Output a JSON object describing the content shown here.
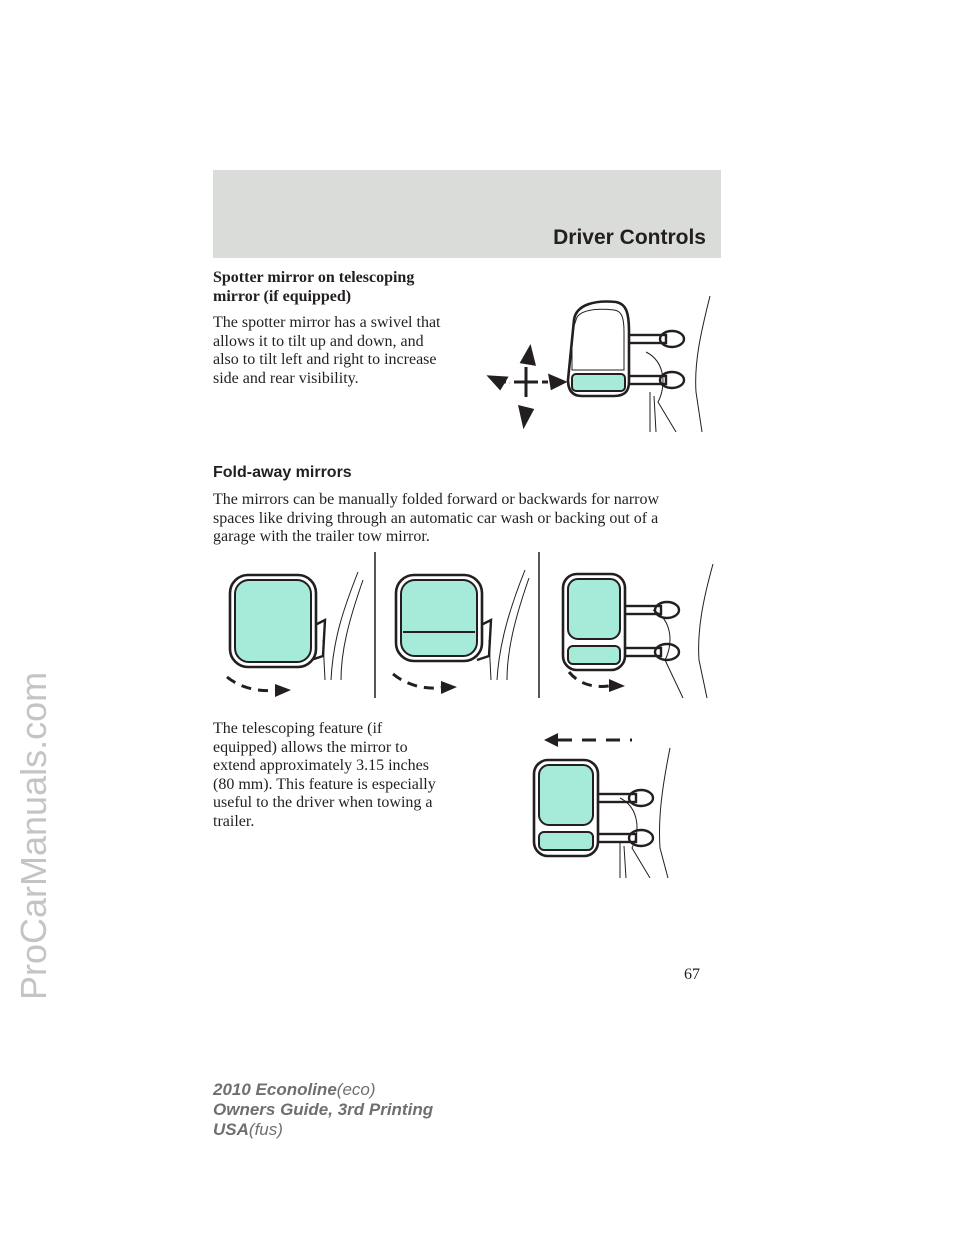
{
  "header": {
    "section_title": "Driver Controls"
  },
  "watermark": {
    "text": "ProCarManuals.com"
  },
  "sections": {
    "spotter": {
      "heading_line1": "Spotter mirror on telescoping",
      "heading_line2": "mirror (if equipped)",
      "body_lines": [
        "The spotter mirror has a swivel that",
        "allows it to tilt up and down, and",
        "also to tilt left and right to increase",
        "side and rear visibility."
      ]
    },
    "foldaway": {
      "heading": "Fold-away mirrors",
      "body_lines": [
        "The mirrors can be manually folded forward or backwards for narrow",
        "spaces like driving through an automatic car wash or backing out of a",
        "garage with the trailer tow mirror."
      ]
    },
    "telescoping": {
      "body_lines": [
        "The telescoping feature (if",
        "equipped) allows the mirror to",
        "extend approximately 3.15 inches",
        "(80 mm). This feature is especially",
        "useful to the driver when towing a",
        "trailer."
      ]
    }
  },
  "page_number": "67",
  "footer": {
    "line1_bold": "2010 Econoline",
    "line1_light": "(eco)",
    "line2": "Owners Guide, 3rd Printing",
    "line3_bold": "USA",
    "line3_light": "(fus)"
  },
  "colors": {
    "mirror_glass": "#a6ead9",
    "header_band": "#d9dcd9",
    "text": "#231f20",
    "footer_text": "#6f6f6f"
  }
}
